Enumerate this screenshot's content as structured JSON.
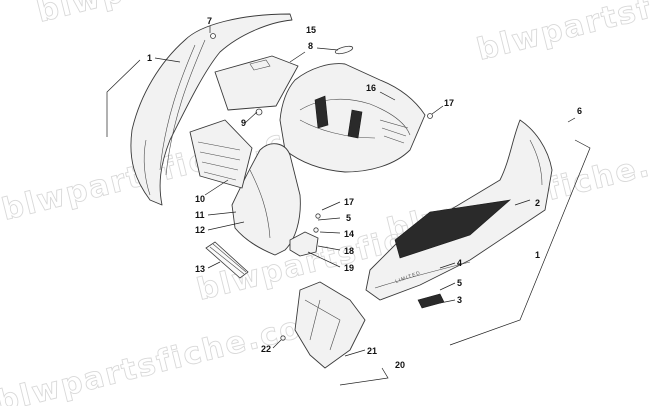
{
  "watermark": "blwpartsfiche.com",
  "decal_text": "LIMITED",
  "callouts": {
    "c1a": "1",
    "c7": "7",
    "c15": "15",
    "c8": "8",
    "c16": "16",
    "c17a": "17",
    "c9": "9",
    "c6": "6",
    "c10": "10",
    "c2": "2",
    "c17b": "17",
    "c5a": "5",
    "c11": "11",
    "c12": "12",
    "c14": "14",
    "c1b": "1",
    "c18": "18",
    "c13": "13",
    "c4": "4",
    "c19": "19",
    "c5b": "5",
    "c3": "3",
    "c22": "22",
    "c21": "21",
    "c20": "20"
  }
}
